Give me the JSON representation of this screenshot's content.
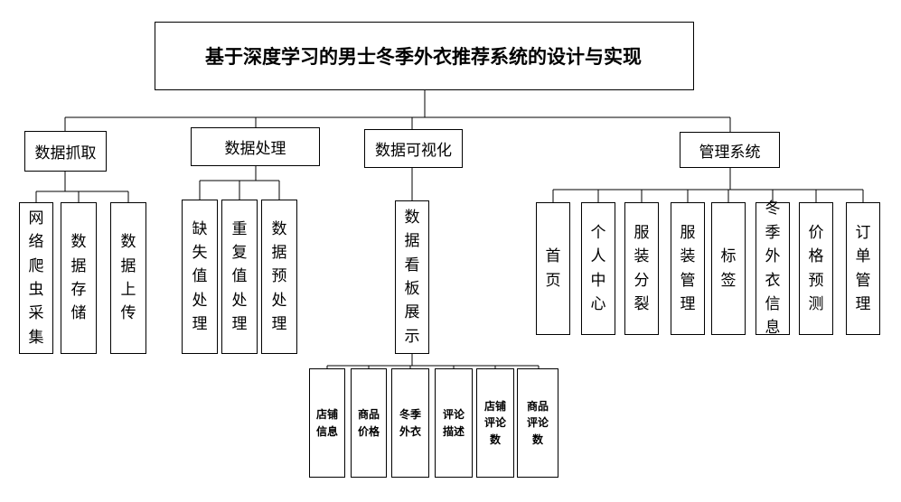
{
  "diagram": {
    "title": "基于深度学习的男士冬季外衣推荐系统的设计与实现",
    "modules": [
      {
        "label": "数据抓取",
        "children": [
          "网络爬虫采集",
          "数据存储",
          "数据上传"
        ]
      },
      {
        "label": "数据处理",
        "children": [
          "缺失值处理",
          "重复值处理",
          "数据预处理"
        ]
      },
      {
        "label": "数据可视化",
        "children": [
          "数据看板展示"
        ],
        "grandchildren": [
          "店铺信息",
          "商品价格",
          "冬季外衣",
          "评论描述",
          "店铺评论数",
          "商品评论数"
        ]
      },
      {
        "label": "管理系统",
        "children": [
          "首页",
          "个人中心",
          "服装分裂",
          "服装管理",
          "标签",
          "冬季外衣信息",
          "价格预测",
          "订单管理"
        ]
      }
    ]
  }
}
